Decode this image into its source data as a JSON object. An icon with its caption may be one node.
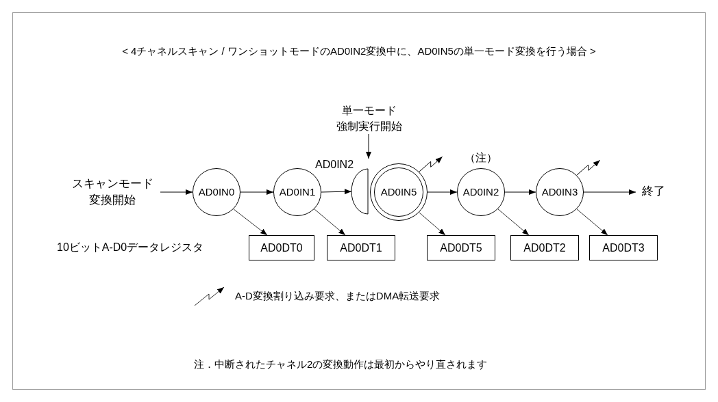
{
  "diagram": {
    "title": "< 4チャネルスキャン / ワンショットモードのAD0IN2変換中に、AD0IN5の単一モード変換を行う場合 >",
    "nodes": [
      {
        "text": [
          "スキャンモード変換開始"
        ]
      },
      {
        "text": [
          "AD0IN0"
        ]
      },
      {
        "text": [
          "AD0IN1"
        ]
      },
      {
        "text": [
          "AD0IN2"
        ]
      },
      {
        "text": [
          "AD0IN5"
        ]
      },
      {
        "text": [
          "AD0IN2"
        ],
        "beside": [
          "（注）"
        ]
      },
      {
        "text": [
          "AD0IN3"
        ]
      },
      {
        "text": [
          "終了"
        ]
      },
      {
        "text": [
          "単一モード強制実行開始"
        ]
      },
      {
        "text": [
          "AD0DT0"
        ]
      },
      {
        "text": [
          "AD0DT1"
        ]
      },
      {
        "text": [
          "AD0DT5"
        ]
      },
      {
        "text": [
          "AD0DT2"
        ]
      },
      {
        "text": [
          "AD0DT3"
        ]
      }
    ],
    "edges": [
      {
        "from": 0,
        "to": 1,
        "arrow": "to"
      },
      {
        "from": 1,
        "to": 2,
        "arrow": "to"
      },
      {
        "from": 2,
        "to": 3,
        "arrow": "to"
      },
      {
        "from": 4,
        "to": 5,
        "arrow": "to"
      },
      {
        "from": 5,
        "to": 6,
        "arrow": "to"
      },
      {
        "from": 6,
        "to": 7,
        "arrow": "to"
      },
      {
        "from": 8,
        "to": 3,
        "arrow": "to"
      },
      {
        "from": 1,
        "to": 9,
        "arrow": "to"
      },
      {
        "from": 2,
        "to": 10,
        "arrow": "to"
      },
      {
        "from": 4,
        "to": 11,
        "arrow": "to"
      },
      {
        "from": 5,
        "to": 12,
        "arrow": "to"
      },
      {
        "from": 6,
        "to": 13,
        "arrow": "to"
      },
      {
        "from": 4,
        "to": null,
        "arrow": "to"
      },
      {
        "from": 6,
        "to": null,
        "arrow": "to"
      }
    ],
    "labels": [
      "10ビットA-D0データレジスタ",
      "注．中断されたチャネル2の変換動作は最初からやり直されます"
    ],
    "legend": [
      {
        "text": "A-D変換割り込み要求、またはDMA転送要求"
      }
    ]
  }
}
